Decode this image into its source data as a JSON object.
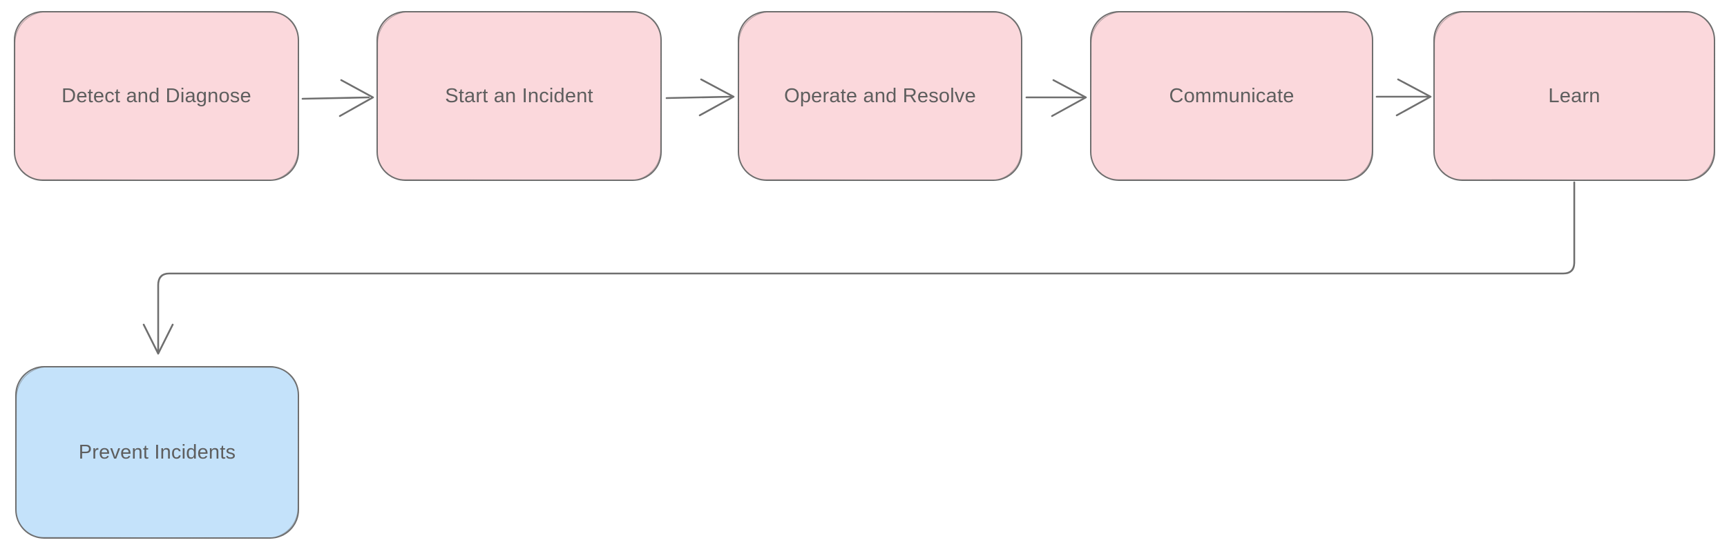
{
  "diagram": {
    "nodes": [
      {
        "id": "detect-and-diagnose",
        "label": "Detect and Diagnose",
        "fill": "#fbd8dc"
      },
      {
        "id": "start-an-incident",
        "label": "Start an Incident",
        "fill": "#fbd8dc"
      },
      {
        "id": "operate-and-resolve",
        "label": "Operate and Resolve",
        "fill": "#fbd8dc"
      },
      {
        "id": "communicate",
        "label": "Communicate",
        "fill": "#fbd8dc"
      },
      {
        "id": "learn",
        "label": "Learn",
        "fill": "#fbd8dc"
      },
      {
        "id": "prevent-incidents",
        "label": "Prevent Incidents",
        "fill": "#c4e2fa"
      }
    ],
    "connectors": [
      {
        "from": "detect-and-diagnose",
        "to": "start-an-incident",
        "style": "straight-arrow"
      },
      {
        "from": "start-an-incident",
        "to": "operate-and-resolve",
        "style": "straight-arrow"
      },
      {
        "from": "operate-and-resolve",
        "to": "communicate",
        "style": "straight-arrow"
      },
      {
        "from": "communicate",
        "to": "learn",
        "style": "straight-arrow"
      },
      {
        "from": "learn",
        "to": "prevent-incidents",
        "style": "elbow-arrow"
      }
    ],
    "colors": {
      "node_pink": "#fbd8dc",
      "node_blue": "#c4e2fa",
      "stroke": "#6f6f6f",
      "text": "#5e5e5e",
      "background": "#ffffff"
    }
  }
}
